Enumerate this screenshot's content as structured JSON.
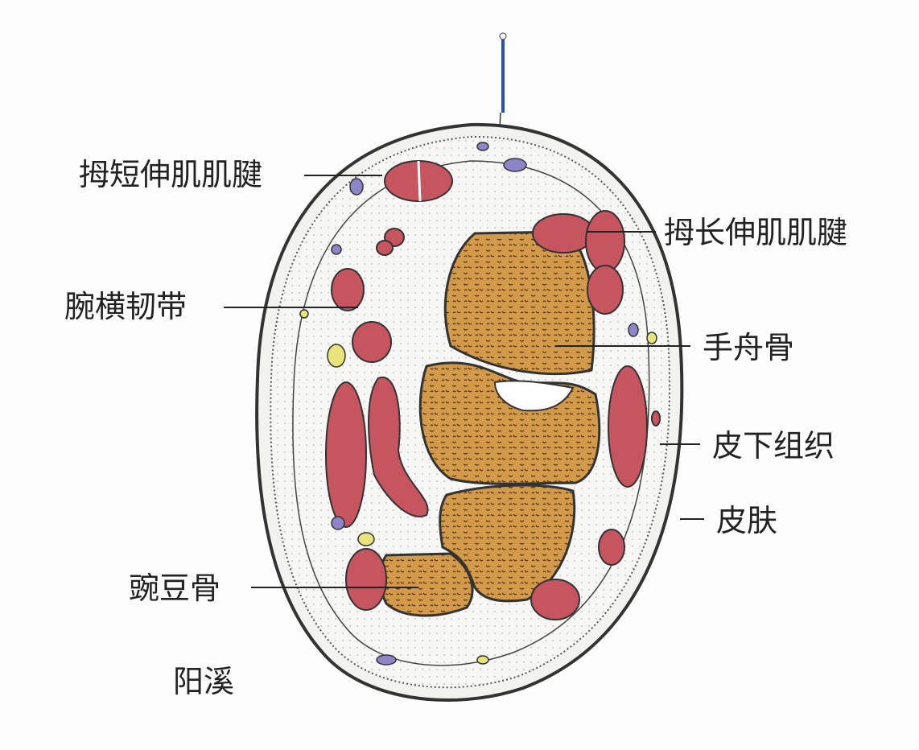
{
  "labels": {
    "epb_tendon": "拇短伸肌肌腱",
    "epl_tendon": "拇长伸肌肌腱",
    "flexor_retinaculum": "腕横韧带",
    "scaphoid": "手舟骨",
    "subcutaneous": "皮下组织",
    "skin": "皮肤",
    "pisiform": "豌豆骨",
    "acupoint": "阳溪"
  },
  "colors": {
    "bone": "#d39a4a",
    "tendon": "#c65560",
    "needle": "#2b4fb8",
    "vein": "#8c86c9",
    "nerve": "#e8e47a"
  }
}
